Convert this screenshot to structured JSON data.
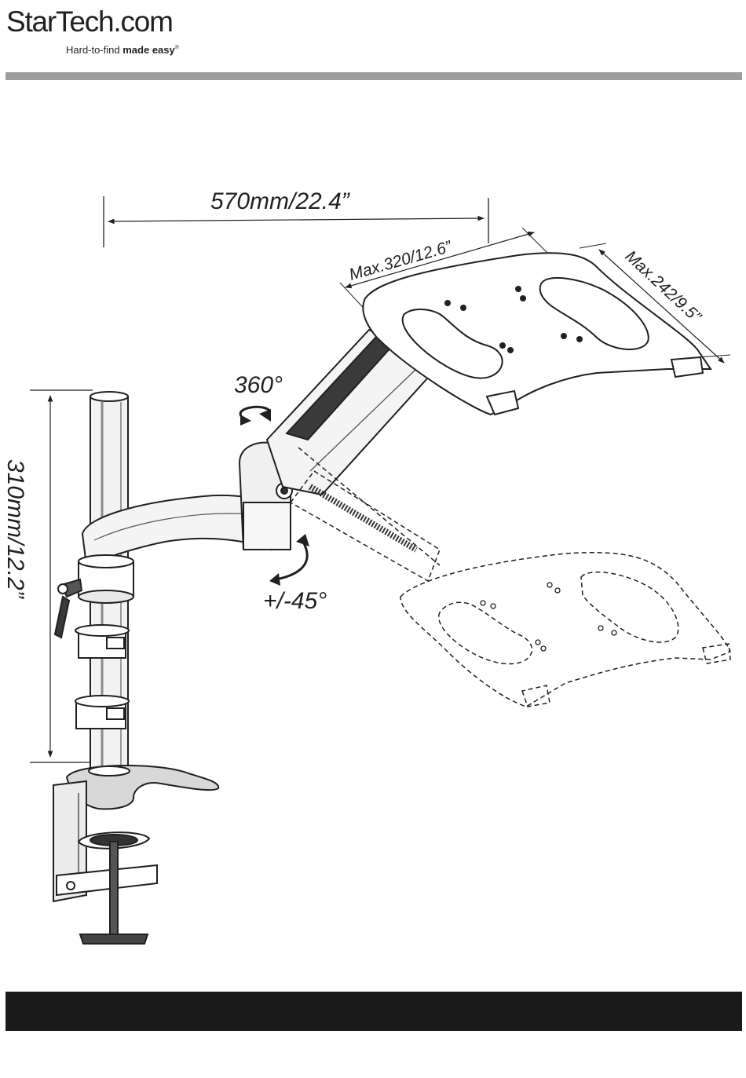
{
  "brand": {
    "name": "StarTech.com",
    "tagline_light": "Hard-to-find ",
    "tagline_bold": "made easy",
    "tagline_mark": "®"
  },
  "diagram": {
    "reach_label": "570mm/22.4”",
    "tray_width_label": "Max.320/12.6”",
    "tray_depth_label": "Max.242/9.5”",
    "rotation_label": "360°",
    "tilt_label": "+/-45°",
    "height_label": "310mm/12.2”"
  },
  "colors": {
    "rule": "#9d9d9d",
    "footer": "#1a1a1a",
    "line": "#231f20"
  }
}
